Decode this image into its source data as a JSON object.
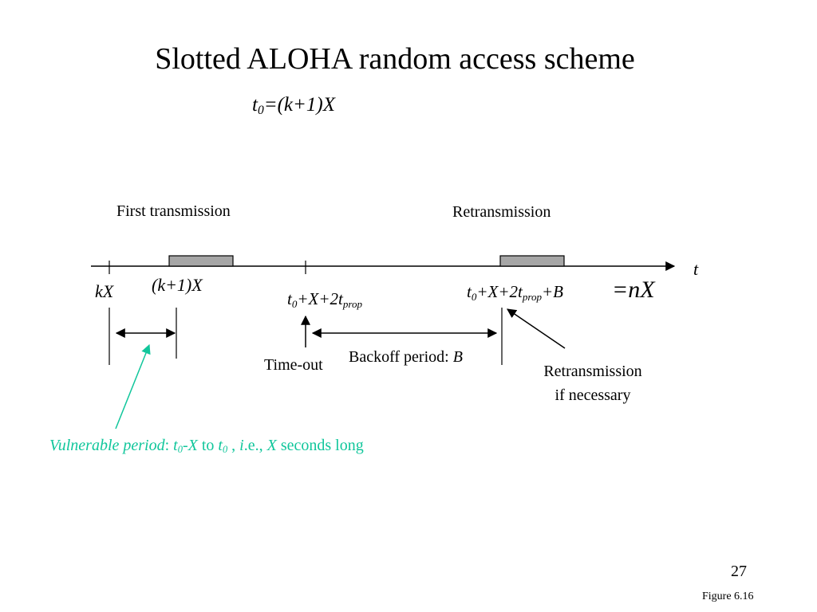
{
  "colors": {
    "text": "#000000",
    "accent": "#10c69b",
    "slot_fill": "#a6a6a6",
    "line": "#000000"
  },
  "slide": {
    "title": "Slotted ALOHA random access scheme",
    "page_number": "27",
    "figure_caption": "Figure 6.16"
  },
  "equation": {
    "var": "t",
    "sub": "0",
    "rest": "=(k+1)X"
  },
  "timeline": {
    "axis_label": "t",
    "first_transmission_label": "First transmission",
    "retransmission_label": "Retransmission",
    "kx_label": "kX",
    "k1x_label": "(k+1)X",
    "timeout_time": {
      "t": "t",
      "sub0": "0",
      "mid": "+X+2t",
      "sub_prop": "prop"
    },
    "retrans_time": {
      "t": "t",
      "sub0": "0",
      "mid": "+X+2t",
      "sub_prop": "prop",
      "tail": "+B",
      "equals": "=nX"
    },
    "timeout_label": "Time-out",
    "backoff_label": "Backoff period:",
    "backoff_var": "B",
    "retrans_note_line1": "Retransmission",
    "retrans_note_line2": "if necessary"
  },
  "vulnerable": {
    "label": "Vulnerable period",
    "colon": ": ",
    "t1": "t",
    "sub1": "0",
    "minus_x": "-X",
    "to": " to ",
    "t2": "t",
    "sub2": "0",
    "comma": " , ",
    "i": "i",
    "ie_rest": ".e., ",
    "x": "X",
    "tail": " seconds long"
  }
}
